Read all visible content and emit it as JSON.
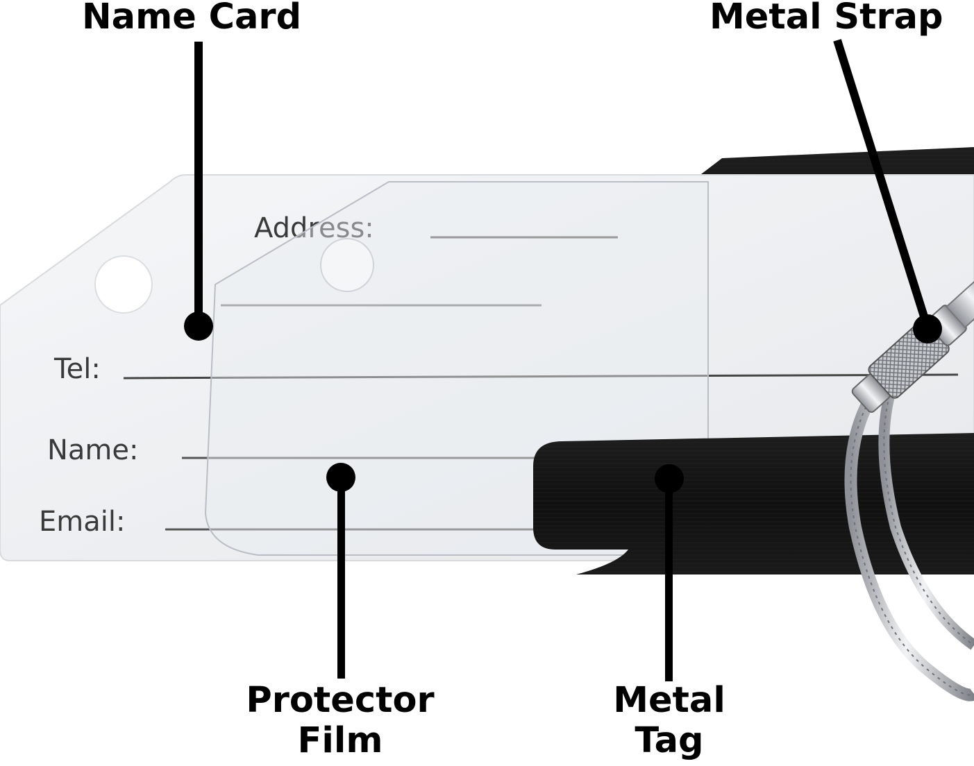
{
  "callouts": {
    "name_card": "Name Card",
    "metal_strap": "Metal Strap",
    "protector_film": {
      "line1": "Protector",
      "line2": "Film"
    },
    "metal_tag": {
      "line1": "Metal",
      "line2": "Tag"
    }
  },
  "card_fields": {
    "address": "Address:",
    "tel": "Tel:",
    "name": "Name:",
    "email": "Email:"
  },
  "colors": {
    "callout_text": "#000000",
    "metal_tag": "#141414",
    "name_card": "#f1f2f4",
    "strap": "#a9adb2"
  }
}
